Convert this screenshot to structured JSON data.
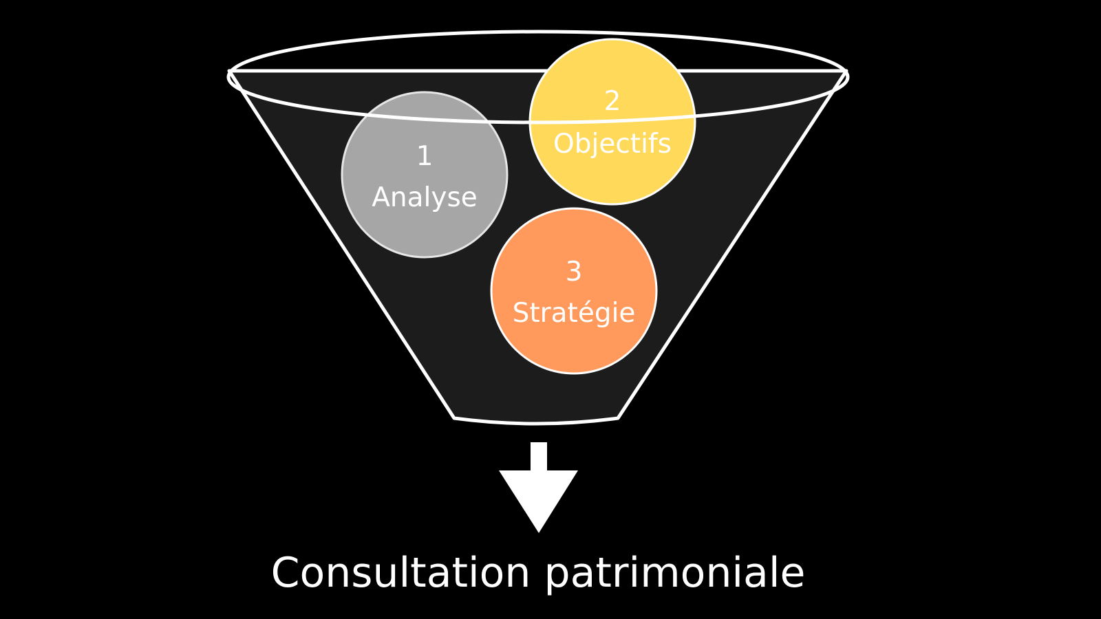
{
  "steps": [
    {
      "number": "1",
      "label": "Analyse",
      "color": "#a6a6a6"
    },
    {
      "number": "2",
      "label": "Objectifs",
      "color": "#ffd95a"
    },
    {
      "number": "3",
      "label": "Stratégie",
      "color": "#ff9a5c"
    }
  ],
  "caption": "Consultation patrimoniale",
  "colors": {
    "background": "#000000",
    "funnel_fill": "#1c1c1c",
    "outline": "#ffffff",
    "text": "#ffffff"
  }
}
